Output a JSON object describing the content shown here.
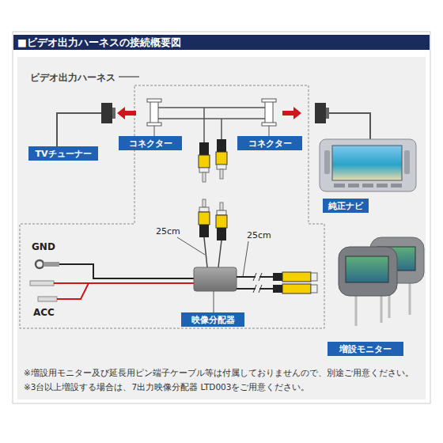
{
  "diagram": {
    "title": "■ビデオ出力ハーネスの接続概要図",
    "nodes": [
      {
        "text": [
          "TVチューナー"
        ]
      },
      {
        "text": [
          "コネクター"
        ]
      },
      {
        "text": [
          "コネクター"
        ]
      },
      {
        "text": [
          "純正ナビ"
        ]
      },
      {
        "text": [
          "映像分配器"
        ]
      },
      {
        "text": [
          "増設モニター"
        ]
      }
    ],
    "labels": [
      "ビデオ出力ハーネス",
      "25cm",
      "25cm",
      "GND",
      "ACC",
      "※増設用モニター及び延長用ピン端子ケーブル等は付属しておりませんので、別途ご用意ください。",
      "※3台以上増設する場合は、7出力映像分配器 LTD003をご用意ください。"
    ]
  }
}
